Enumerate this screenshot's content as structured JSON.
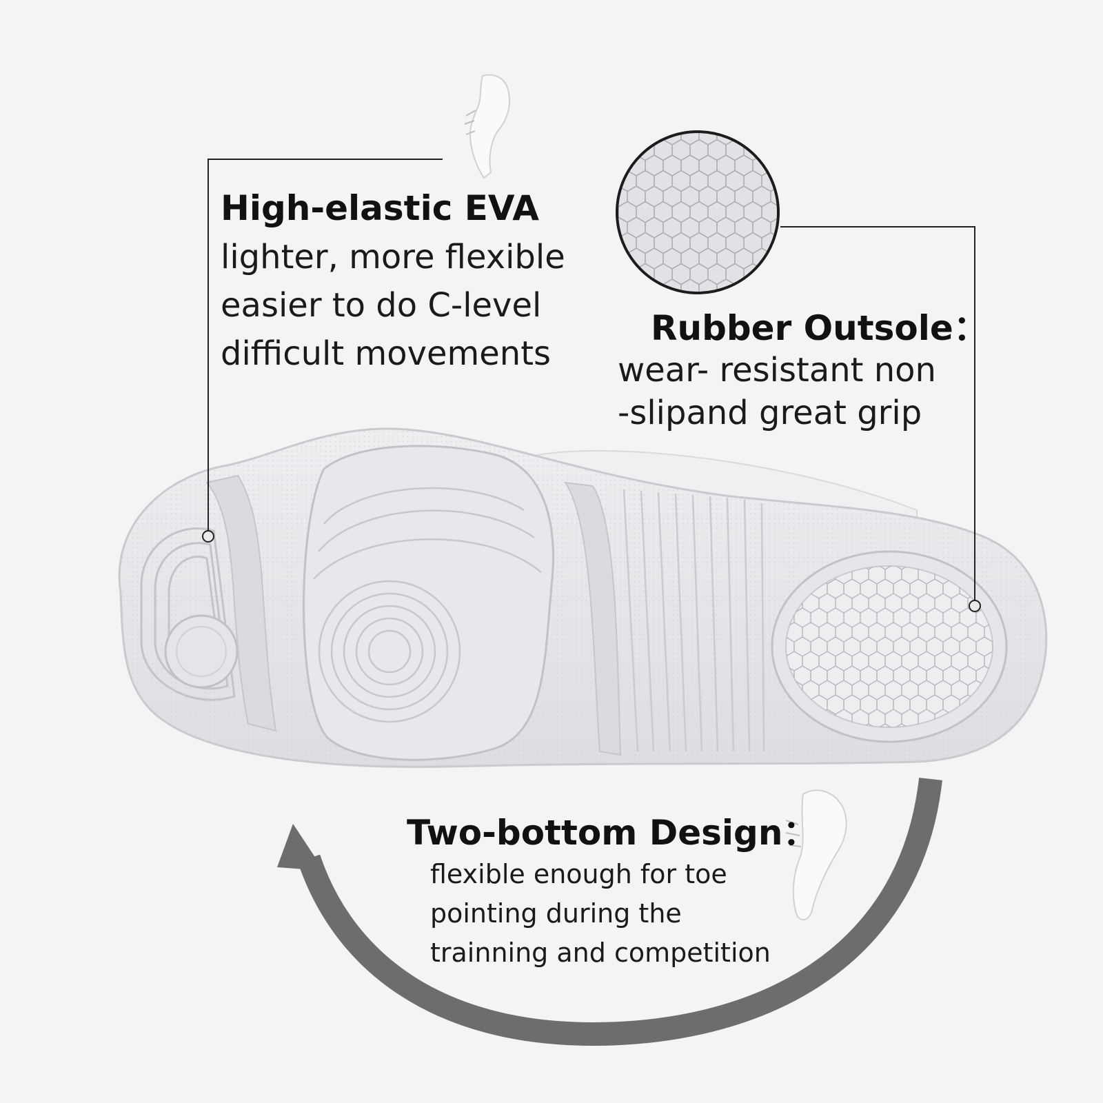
{
  "callouts": {
    "eva": {
      "title": "High-elastic EVA",
      "lines": [
        "lighter, more flexible",
        "easier to do C-level",
        "difficult movements"
      ]
    },
    "rubber": {
      "title": "Rubber Outsole：",
      "lines": [
        "wear- resistant non",
        "-slipand great grip"
      ]
    },
    "two_bottom": {
      "title": "Two-bottom Design：",
      "lines": [
        "flexible enough for toe",
        "pointing during the",
        "trainning and competition"
      ]
    }
  },
  "colors": {
    "background": "#f4f4f4",
    "sole": "#e6e7ea",
    "sole_line": "#c4c6cb",
    "text": "#111111",
    "arrow": "#6d6d6d",
    "leader_line": "#222222"
  },
  "icons": [
    "shoe-pointe-icon-top",
    "shoe-pointe-icon-bottom",
    "curved-arrow-icon"
  ]
}
